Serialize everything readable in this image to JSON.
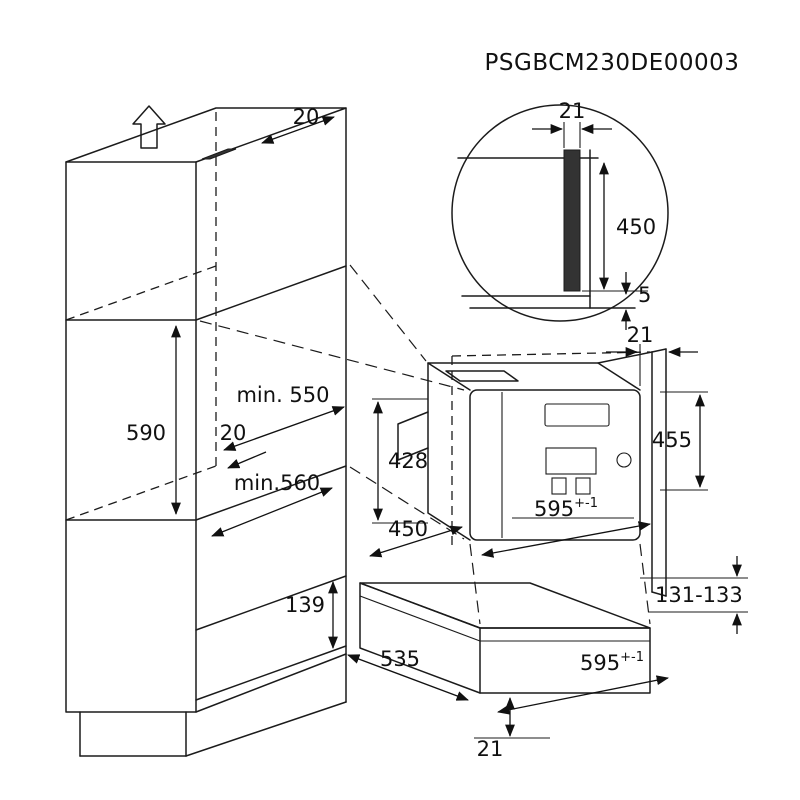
{
  "title": "PSGBCM230DE00003",
  "detail_view": {
    "strip_width": "21",
    "niche_height": "450",
    "bottom_gap": "5"
  },
  "cabinet": {
    "top_clearance": "20",
    "niche_height": "590",
    "min_width": "min. 550",
    "rear_gap": "20",
    "min_depth": "min.560",
    "drawer_front_height": "139"
  },
  "machine": {
    "side_clearance": "21",
    "height": "428",
    "niche_height": "455",
    "depth": "450",
    "width": "595",
    "width_tolerance": "+-1",
    "gap_to_drawer": "131-133"
  },
  "drawer": {
    "depth": "535",
    "width": "595",
    "width_tolerance": "+-1",
    "bottom_clearance": "21"
  }
}
